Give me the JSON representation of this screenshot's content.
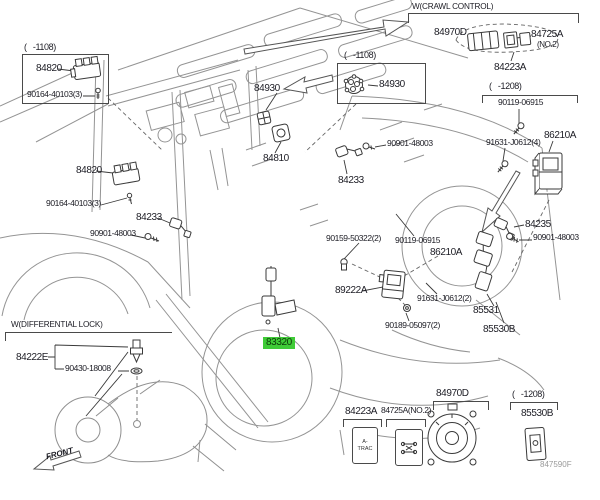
{
  "figure_code": "847590F",
  "front_label": "FRONT",
  "highlight": {
    "part_number": "83320",
    "bg_color": "#3fcb37"
  },
  "insets": {
    "window_switch_box": {
      "range_label": "(   -1108)",
      "part_switch": "84820",
      "part_screw": "90164-40103(3)"
    },
    "grommet_box": {
      "range_label": "(   -1108)",
      "part_grommet": "84930"
    },
    "crawl_control": {
      "title": "W(CRAWL CONTROL)",
      "part_sensor": "84970D",
      "part_switch": "84725A",
      "part_switch_note": "(NO.2)",
      "part_lower_switch": "84223A"
    },
    "rear_1208": {
      "range_label": "(   -1208)",
      "part_bolt": "90119-06915",
      "part_screw": "91631-J0612(4)",
      "part_computer": "86210A"
    },
    "diff_lock": {
      "title": "W(DIFFERENTIAL LOCK)",
      "part_switch": "84222E",
      "part_gasket": "90430-18008"
    }
  },
  "callouts": {
    "door_switch": "84820",
    "door_switch_screw": "90164-40103(3)",
    "sensor_front_left": "84233",
    "bolt_front_left": "90901-48003",
    "grommet_cowl": "84930",
    "switch_cowl": "84810",
    "sensor_front_mid": "84233",
    "bolt_front_mid": "90901-48003",
    "clip_floor": "90159-50322(2)",
    "bolt_floor": "90119-06915",
    "computer_floor": "86210A",
    "sensor_floor": "89222A",
    "screw_floor": "91631-J0612(2)",
    "nut_floor": "90189-05097(2)",
    "sensor_rear": "84235",
    "bolt_rear": "90901-48003",
    "switch_rear_upper": "85531",
    "switch_rear_lower": "85530B"
  },
  "bottom_row": {
    "a_trac_switch": {
      "part": "84223A",
      "button_line1": "A-",
      "button_line2": "TRAC"
    },
    "diff_lock_switch": {
      "part": "84725A(NO.2)"
    },
    "crawl_dial": {
      "part": "84970D"
    },
    "rear_switch": {
      "range_label": "(   -1208)",
      "part": "85530B"
    }
  }
}
